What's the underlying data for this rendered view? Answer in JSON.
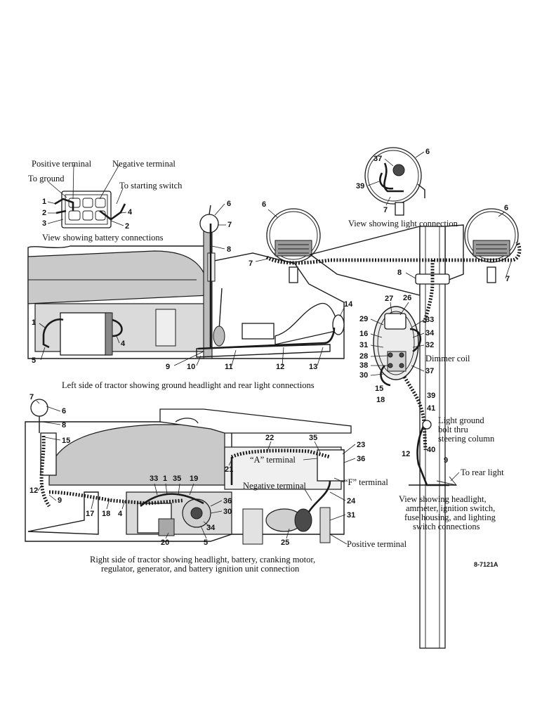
{
  "battery_view": {
    "positive_terminal": "Positive terminal",
    "negative_terminal": "Negative terminal",
    "to_ground": "To ground",
    "to_starting_switch": "To starting switch",
    "caption": "View showing battery connections"
  },
  "light_view": {
    "caption": "View showing light connection"
  },
  "left_side": {
    "caption": "Left side of tractor showing ground headlight and rear light connections"
  },
  "column_view": {
    "dimmer_coil": "Dimmer coil",
    "light_ground_1": "Light ground",
    "light_ground_2": "bolt thru",
    "light_ground_3": "steering column",
    "to_rear_light": "To rear light",
    "caption_1": "View showing headlight,",
    "caption_2": "ammeter, ignition switch,",
    "caption_3": "fuse housing, and lighting",
    "caption_4": "switch connections"
  },
  "right_side": {
    "a_terminal": "“A” terminal",
    "f_terminal": "“F” terminal",
    "negative_terminal": "Negative terminal",
    "positive_terminal": "Positive terminal",
    "caption_1": "Right side of tractor showing headlight, battery, cranking motor,",
    "caption_2": "regulator, generator, and battery ignition unit connection"
  },
  "figure_code": "8-7121A",
  "callouts": {
    "battery": [
      "1",
      "2",
      "3",
      "4",
      "2"
    ],
    "light_view": [
      "37",
      "6",
      "39",
      "7"
    ],
    "left_side": [
      "6",
      "7",
      "8",
      "1",
      "4",
      "5",
      "9",
      "10",
      "11",
      "12",
      "13",
      "14"
    ],
    "headlights": [
      "6",
      "6",
      "7",
      "7",
      "8"
    ],
    "column": [
      "27",
      "26",
      "29",
      "33",
      "16",
      "34",
      "31",
      "32",
      "28",
      "38",
      "30",
      "37",
      "15",
      "18",
      "39",
      "41",
      "40",
      "12",
      "9"
    ],
    "right_side": [
      "7",
      "6",
      "8",
      "15",
      "12",
      "9",
      "17",
      "18",
      "4",
      "33",
      "1",
      "35",
      "19",
      "36",
      "30",
      "34",
      "20",
      "5",
      "22",
      "35",
      "23",
      "21",
      "36",
      "24",
      "31",
      "25"
    ]
  }
}
